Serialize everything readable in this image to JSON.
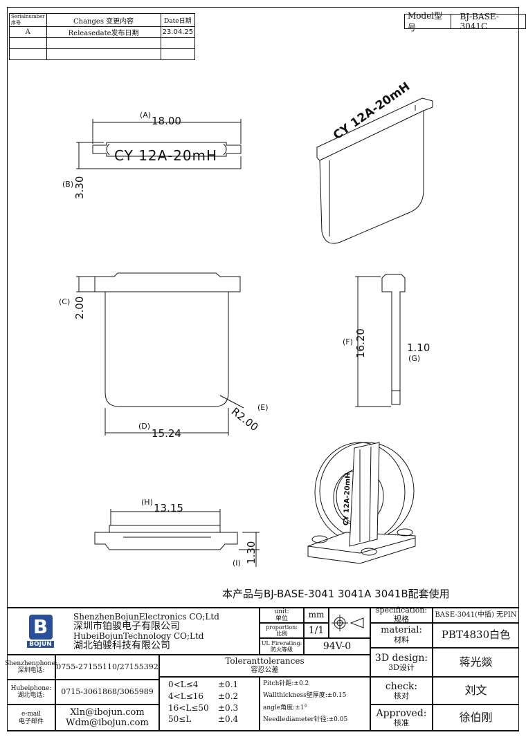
{
  "revision_table": {
    "headers": [
      "Serialnumber序号",
      "Changes 变更内容",
      "Date日期"
    ],
    "rows": [
      [
        "A",
        "Releasedate发布日期",
        "23.04.25"
      ],
      [
        "",
        "",
        ""
      ],
      [
        "",
        "",
        ""
      ]
    ]
  },
  "model": {
    "label": "Model型号",
    "value": "BJ-BASE-3041C"
  },
  "dimensions": {
    "a": {
      "tag": "(A)",
      "value": "18.00"
    },
    "b": {
      "tag": "(B)",
      "value": "3.30"
    },
    "c": {
      "tag": "(C)",
      "value": "2.00"
    },
    "d": {
      "tag": "(D)",
      "value": "15.24"
    },
    "e": {
      "tag": "(E)",
      "value": "R2.00"
    },
    "f": {
      "tag": "(F)",
      "value": "16.20"
    },
    "g": {
      "tag": "(G)",
      "value": "1.10"
    },
    "h": {
      "tag": "(H)",
      "value": "13.15"
    },
    "i": {
      "tag": "(I)",
      "value": "1.30"
    }
  },
  "part_marking": "CY 12A-20mH",
  "note": "本产品与BJ-BASE-3041 3041A 3041B配套使用",
  "title_block": {
    "company": [
      "ShenzhenBojunElectronics CO;Ltd",
      "深圳市铂骏电子有限公司",
      "HubeiBojunTechnology CO;Ltd",
      "湖北铂骏科技有限公司"
    ],
    "logo_text": "BOJUN",
    "unit_label": "unit:",
    "unit_label_cn": "单位",
    "unit_value": "mm",
    "proportion_label": "proportion:",
    "proportion_label_cn": "比例",
    "proportion_value": "1/1",
    "ul_label": "UL Firerating:",
    "ul_label_cn": "防火等级",
    "ul_value": "94V-0",
    "spec_label": "specification:",
    "spec_label_cn": "规格",
    "spec_value": "BASE-3041(中插) 无PIN",
    "material_label": "material:",
    "material_label_cn": "材料",
    "material_value": "PBT4830白色",
    "design_label": "3D design:",
    "design_label_cn": "3D设计",
    "design_value": "蒋光燚",
    "check_label": "check:",
    "check_label_cn": "核对",
    "check_value": "刘文",
    "approved_label": "Approved:",
    "approved_label_cn": "核准",
    "approved_value": "徐伯刚",
    "sz_phone_label": "Shenzhenphone:",
    "sz_phone_label_cn": "深圳电话:",
    "sz_phone_value": "0755-27155110/27155392",
    "hb_phone_label": "Hubeiphone:",
    "hb_phone_label_cn": "湖北电话:",
    "hb_phone_value": "0715-3061868/3065989",
    "email_label": "e-mail",
    "email_label_cn": "电子邮件",
    "email_1": "Xln@ibojun.com",
    "email_2": "Wdm@ibojun.com",
    "tolerance_title": "Toleranttolerances",
    "tolerance_title_cn": "容忍公差",
    "tolerances": [
      [
        "0<L≤4",
        "±0.1"
      ],
      [
        "4<L≤16",
        "±0.2"
      ],
      [
        "16<L≤50",
        "±0.3"
      ],
      [
        "50≤L",
        "±0.4"
      ]
    ],
    "specs": [
      "Pitch针距:±0.2",
      "Wallthickness壁厚度:±0.15",
      "angle角度:±1°",
      "Needlediameter针径:±0.05"
    ]
  }
}
